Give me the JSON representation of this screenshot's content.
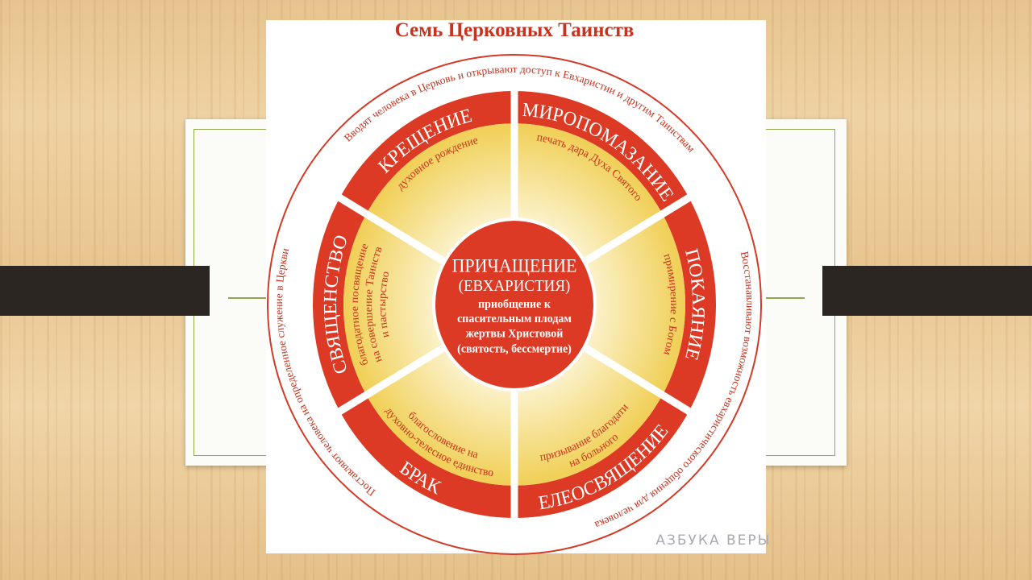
{
  "title": "Семь Церковных Таинств",
  "colors": {
    "red": "#dc3a25",
    "yellow": "#f2d35a",
    "text_red": "#c8321f",
    "green": "#8fa64e"
  },
  "outer_texts": {
    "top": "Вводят человека в Церковь и открывают доступ к Евхаристии и другим Таинствам",
    "right": "Восстанавливают возможность евхаристического общения для человека",
    "left": "Поставляют человека на определенное служение в Церкви"
  },
  "sacraments": {
    "baptism": {
      "label": "КРЕЩЕНИЕ",
      "lines": [
        "духовное рождение"
      ]
    },
    "chrismation": {
      "label": "МИРОПОМАЗАНИЕ",
      "lines": [
        "печать дара Духа Святого"
      ]
    },
    "repentance": {
      "label": "ПОКАЯНИЕ",
      "lines": [
        "примирение с Богом"
      ]
    },
    "unction": {
      "label": "ЕЛЕОСВЯЩЕНИЕ",
      "lines": [
        "призывание благодати",
        "на больного"
      ]
    },
    "marriage": {
      "label": "БРАК",
      "lines": [
        "благословение на",
        "духовно-телесное единство"
      ]
    },
    "priesthood": {
      "label": "СВЯЩЕНСТВО",
      "lines": [
        "благодатное посвящение",
        "на совершение Таинств",
        "и пастырство"
      ]
    }
  },
  "center": {
    "title": "ПРИЧАЩЕНИЕ",
    "subtitle": "(ЕВХАРИСТИЯ)",
    "lines": [
      "приобщение к",
      "спасительным плодам",
      "жертвы Христовой",
      "(святость, бессмертие)"
    ]
  },
  "watermark": "АЗБУКА ВЕРЫ"
}
